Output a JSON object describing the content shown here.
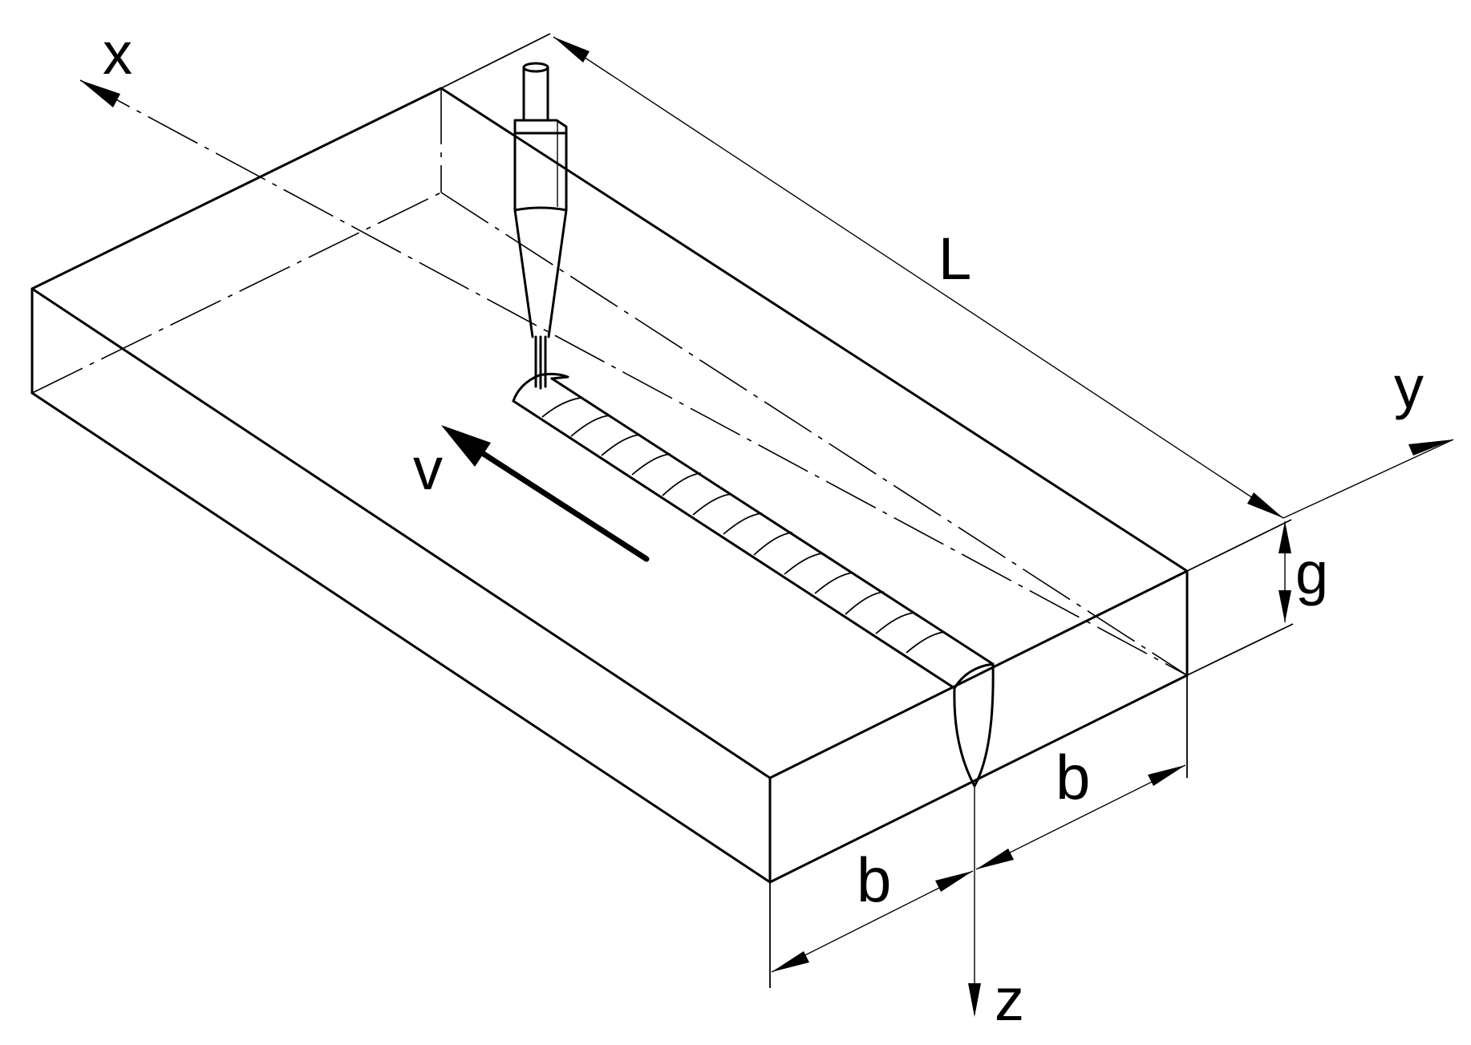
{
  "labels": {
    "x": "x",
    "y": "y",
    "z": "z",
    "L": "L",
    "v": "v",
    "g": "g",
    "b_left": "b",
    "b_right": "b"
  },
  "colors": {
    "line": "#000000",
    "background": "#ffffff"
  }
}
